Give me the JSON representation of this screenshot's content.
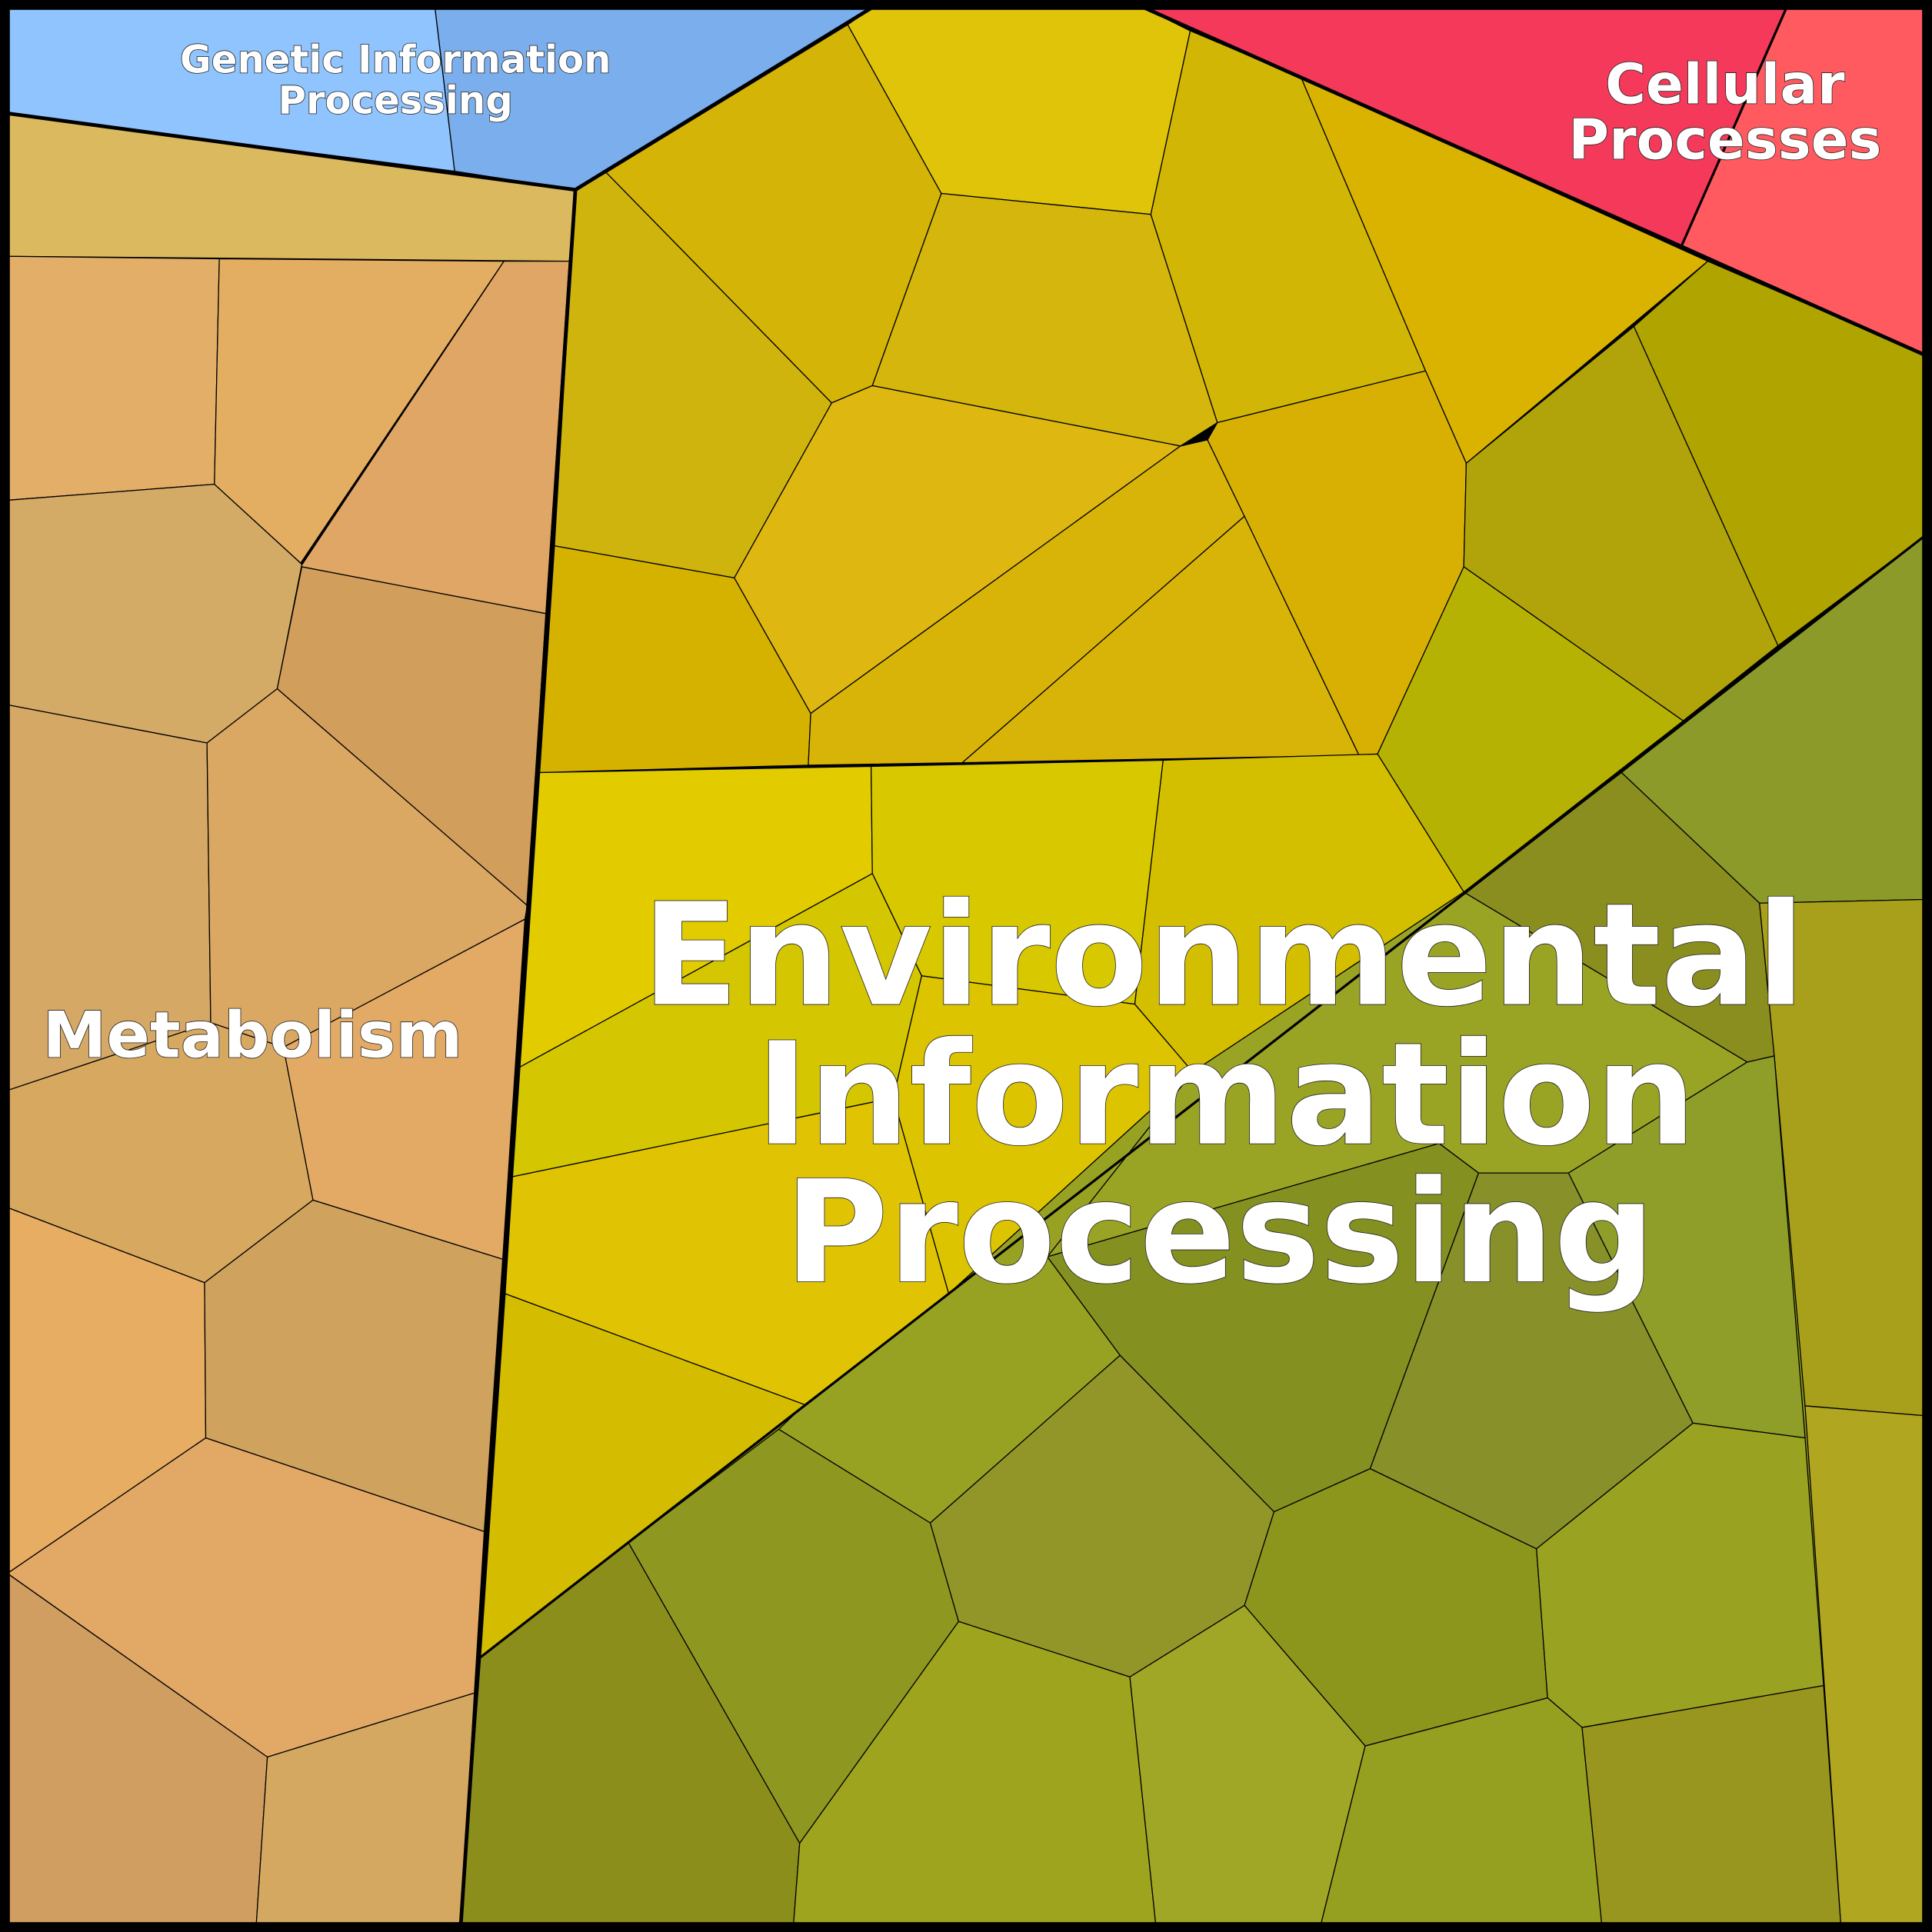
{
  "title": "Proteomap",
  "categories": [
    {
      "id": "genetic",
      "label_lines": [
        "Genetic Information",
        "Processing"
      ],
      "color": "#8fc4fe"
    },
    {
      "id": "cellular",
      "label_lines": [
        "Cellular",
        "Processes"
      ],
      "color": "#f4395a"
    },
    {
      "id": "metabolism",
      "label_lines": [
        "Metabolism"
      ],
      "color": "#dcaa62"
    },
    {
      "id": "environmental",
      "label_lines": [
        "Environmental",
        "Information",
        "Processing"
      ],
      "color": "#d4b800"
    }
  ]
}
